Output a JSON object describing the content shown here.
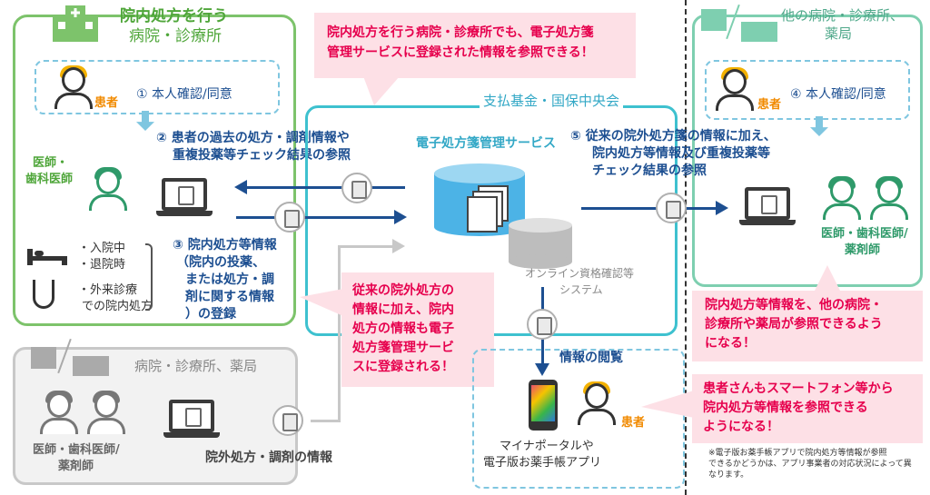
{
  "top_left_box": {
    "title_line1": "院内処方を行う",
    "title_line2": "病院・診療所",
    "patient_label": "患者",
    "step1": "① 本人確認/同意",
    "step2_line1": "② 患者の過去の処方・調剤情報や",
    "step2_line2": "重複投薬等チェック結果の参照",
    "doctor_label_line1": "医師・",
    "doctor_label_line2": "歯科医師",
    "inpatient_item1": "・入院中",
    "inpatient_item2": "・退院時",
    "outpatient_item1": "・外来診療",
    "outpatient_item2": "での院内処方",
    "step3_line1": "③ 院内処方等情報",
    "step3_line2": "（院内の投薬、",
    "step3_line3": "または処方・調",
    "step3_line4": "剤に関する情報",
    "step3_line5": "）の登録"
  },
  "top_callout": {
    "line1": "院内処方を行う病院・診療所でも、電子処方箋",
    "line2": "管理サービスに登録された情報を参照できる！"
  },
  "center_box": {
    "title": "支払基金・国保中央会",
    "service_name": "電子処方箋管理サービス",
    "system_line1": "オンライン資格確認等",
    "system_line2": "システム"
  },
  "middle_callout": {
    "line1": "従来の院外処方の",
    "line2": "情報に加え、院内",
    "line3": "処方の情報も電子",
    "line4": "処方箋管理サービ",
    "line5": "スに登録される！"
  },
  "right_box": {
    "title_line1": "他の病院・診療所、",
    "title_line2": "薬局",
    "patient_label": "患者",
    "step4": "④ 本人確認/同意",
    "step5_line1": "⑤ 従来の院外処方箋の情報に加え、",
    "step5_line2": "院内処方等情報及び重複投薬等",
    "step5_line3": "チェック結果の参照",
    "staff_label_line1": "医師・歯科医師/",
    "staff_label_line2": "薬剤師"
  },
  "right_callout": {
    "line1": "院内処方等情報を、他の病院・",
    "line2": "診療所や薬局が参照できるよう",
    "line3": "になる！"
  },
  "bottom_left_box": {
    "title": "病院・診療所、薬局",
    "staff_label_line1": "医師・歯科医師/",
    "staff_label_line2": "薬剤師",
    "flow_label": "院外処方・調剤の情報"
  },
  "viewing_box": {
    "title": "情報の閲覧",
    "patient_label": "患者",
    "app_line1": "マイナポータルや",
    "app_line2": "電子版お薬手帳アプリ"
  },
  "bottom_right_callout": {
    "line1": "患者さんもスマートフォン等から",
    "line2": "院内処方等情報を参照できる",
    "line3": "ようになる！"
  },
  "footnote": {
    "line1": "※電子版お薬手帳アプリで院内処方等情報が参照",
    "line2": "できるかどうかは、アプリ事業者の対応状況によって異",
    "line3": "なります。"
  }
}
